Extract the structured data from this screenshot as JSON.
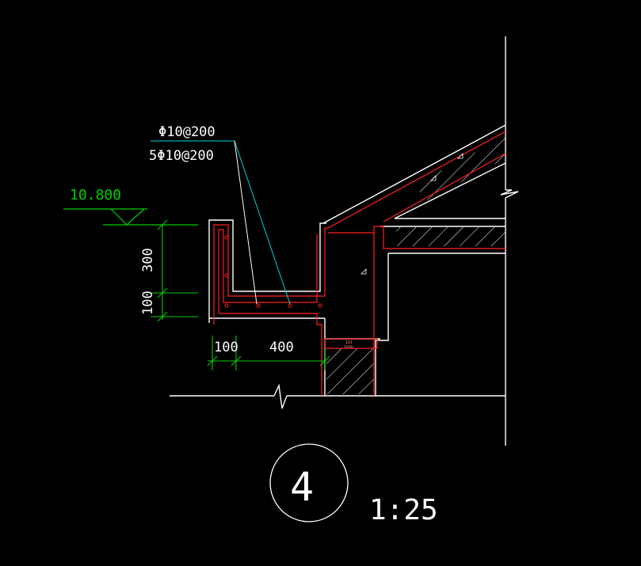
{
  "drawing": {
    "background": "#000000",
    "colors": {
      "outline": "#ffffff",
      "rebar": "#ff2020",
      "dimension": "#00cc00",
      "leader": "#00d6d6",
      "annotation": "#ffffff"
    },
    "rebar_labels": {
      "top": "Φ10@200",
      "bottom": "5Φ10@200"
    },
    "elevation": {
      "value": "10.800"
    },
    "dimensions": {
      "vertical_upper": "300",
      "vertical_lower": "100",
      "horizontal_left": "100",
      "horizontal_right": "400"
    },
    "small_tags": {
      "tag1": "1b1",
      "tag2": "1b5b"
    },
    "detail": {
      "number": "4",
      "scale": "1:25"
    }
  }
}
